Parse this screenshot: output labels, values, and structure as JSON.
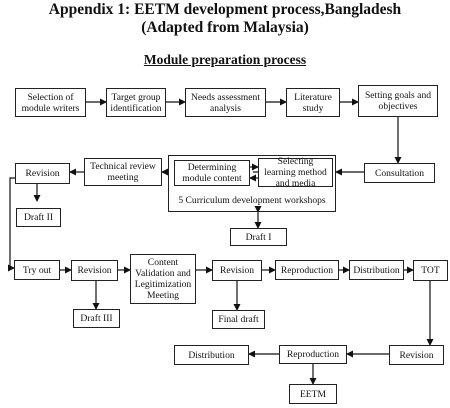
{
  "title": {
    "line1": "Appendix 1: EETM development process,Bangladesh",
    "line2": "(Adapted from Malaysia)"
  },
  "subtitle": "Module preparation process",
  "nodes": {
    "selection": "Selection of module writers",
    "target": "Target group identification",
    "needs": "Needs assessment analysis",
    "literature": "Literature study",
    "goals": "Setting goals and objectives",
    "revision1": "Revision",
    "technical": "Technical review meeting",
    "determining": "Determining module content",
    "selecting": "Selecting learning method and media",
    "workshops": "5 Curriculum development workshops",
    "consultation": "Consultation",
    "draft2": "Draft II",
    "draft1": "Draft I",
    "tryout": "Try out",
    "revision2": "Revision",
    "content_validation": "Content Validation and Legitimization Meeting",
    "revision3": "Revision",
    "reproduction1": "Reproduction",
    "distribution1": "Distribution",
    "tot": "TOT",
    "draft3": "Draft III",
    "final": "Final draft",
    "distribution2": "Distribution",
    "reproduction2": "Reproduction",
    "revision4": "Revision",
    "eetm": "EETM"
  }
}
